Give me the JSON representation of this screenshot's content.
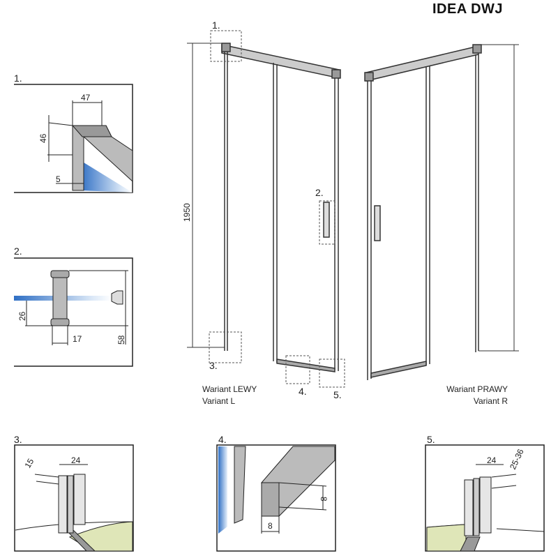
{
  "title": "IDEA DWJ",
  "main": {
    "height_dimension": "1950",
    "callouts": [
      "1.",
      "2.",
      "3.",
      "4.",
      "5."
    ],
    "variant_left": {
      "line1": "Wariant LEWY",
      "line2": "Variant L"
    },
    "variant_right": {
      "line1": "Wariant PRAWY",
      "line2": "Variant R"
    }
  },
  "details": [
    {
      "label": "1.",
      "dimensions": [
        "47",
        "46",
        "5"
      ]
    },
    {
      "label": "2.",
      "dimensions": [
        "26",
        "17",
        "58"
      ]
    },
    {
      "label": "3.",
      "dimensions": [
        "15",
        "24"
      ]
    },
    {
      "label": "4.",
      "dimensions": [
        "8",
        "8"
      ]
    },
    {
      "label": "5.",
      "dimensions": [
        "24",
        "25-36"
      ]
    }
  ],
  "colors": {
    "glass": "#3a7fd0",
    "profile": "#b8b8b8",
    "floor": "#dfe6b8"
  }
}
